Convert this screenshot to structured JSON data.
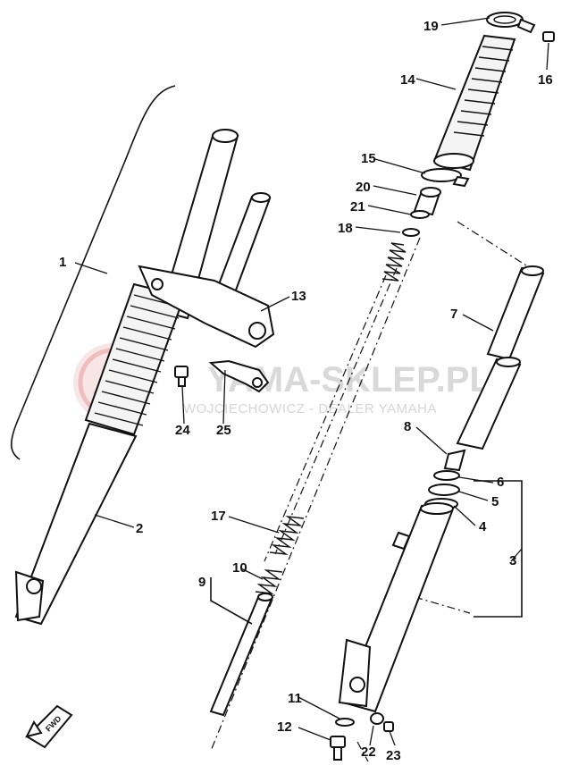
{
  "callouts": [
    {
      "id": "p1",
      "label": "1"
    },
    {
      "id": "p2",
      "label": "2"
    },
    {
      "id": "p3",
      "label": "3"
    },
    {
      "id": "p4",
      "label": "4"
    },
    {
      "id": "p5",
      "label": "5"
    },
    {
      "id": "p6",
      "label": "6"
    },
    {
      "id": "p7",
      "label": "7"
    },
    {
      "id": "p8",
      "label": "8"
    },
    {
      "id": "p9",
      "label": "9"
    },
    {
      "id": "p10",
      "label": "10"
    },
    {
      "id": "p11",
      "label": "11"
    },
    {
      "id": "p12",
      "label": "12"
    },
    {
      "id": "p13",
      "label": "13"
    },
    {
      "id": "p14",
      "label": "14"
    },
    {
      "id": "p15",
      "label": "15"
    },
    {
      "id": "p16",
      "label": "16"
    },
    {
      "id": "p17",
      "label": "17"
    },
    {
      "id": "p18",
      "label": "18"
    },
    {
      "id": "p19",
      "label": "19"
    },
    {
      "id": "p20",
      "label": "20"
    },
    {
      "id": "p21",
      "label": "21"
    },
    {
      "id": "p22",
      "label": "22"
    },
    {
      "id": "p23",
      "label": "23"
    },
    {
      "id": "p24",
      "label": "24"
    },
    {
      "id": "p25",
      "label": "25"
    }
  ],
  "watermark": {
    "main": "YAMA-SKLEP.PL",
    "sub": "WOJCIECHOWICZ - DEALER YAMAHA",
    "logo_color": "#e89a9a",
    "text_color": "#d9d9d9"
  },
  "fwd_badge": {
    "label": "FWD",
    "icon": "arrow-icon"
  },
  "colors": {
    "ink": "#111111",
    "paper": "#ffffff"
  }
}
